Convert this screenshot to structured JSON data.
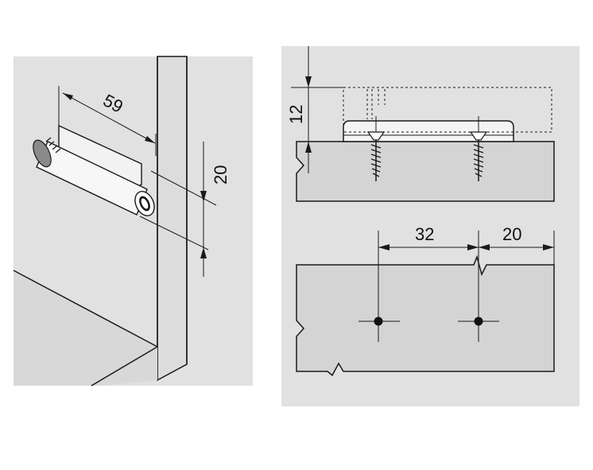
{
  "left_panel": {
    "dimensions": {
      "length": "59",
      "offset": "20"
    }
  },
  "right_panel": {
    "side_view": {
      "height": "12"
    },
    "top_view": {
      "spacing": "32",
      "edge_distance": "20"
    }
  },
  "colors": {
    "background": "#ffffff",
    "panel": "#e1e1e1",
    "board": "#d4d4d4",
    "cabinet": "#dcdcdc",
    "line": "#1a1a1a"
  }
}
